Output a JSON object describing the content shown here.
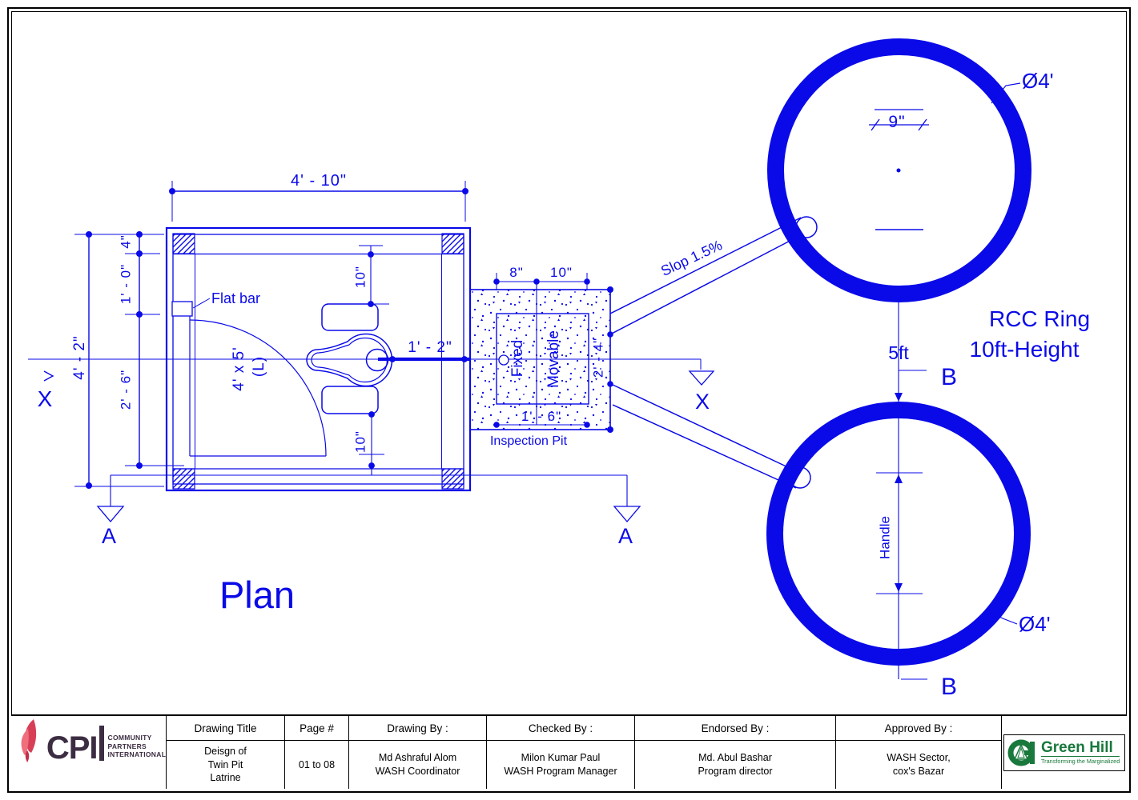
{
  "colors": {
    "drawing_blue": "#0a0ae8",
    "line_black": "#000000",
    "cpi_red": "#d83f57",
    "cpi_red_light": "#ef6f7d",
    "cpi_dark": "#3c2d42",
    "green_hill_green": "#19783c"
  },
  "plan": {
    "title": "Plan",
    "flat_bar_label": "Flat bar",
    "room_label_size": "4' x 5'",
    "room_label_l": "(L)",
    "dim_top_width": "4' - 10\"",
    "dim_left_total": "4' - 2\"",
    "dim_wall_4in": "4\"",
    "dim_1ft0": "1' - 0\"",
    "dim_2ft6": "2' - 6\"",
    "dim_footrest_top": "10\"",
    "dim_footrest_bottom": "10\"",
    "dim_pan_to_wall": "1' - 2\""
  },
  "pit": {
    "label": "Inspection Pit",
    "fixed": "Fixed",
    "movable": "Movable",
    "dim_8": "8\"",
    "dim_10": "10\"",
    "dim_1ft6": "1' - 6\"",
    "dim_2ft4": "2' - 4\""
  },
  "pipes": {
    "slope_label": "Slop 1.5%"
  },
  "rings": {
    "label_line1": "RCC Ring",
    "label_line2": "10ft-Height",
    "dia_top": "Ø4'",
    "dia_bottom": "Ø4'",
    "dim_9": "9\"",
    "gap": "5ft",
    "handle": "Handle"
  },
  "markers": {
    "x_left": "X",
    "x_right": "X",
    "a_left": "A",
    "a_right": "A",
    "b_top": "B",
    "b_bottom": "B"
  },
  "title_block": {
    "cells": [
      {
        "header": "Drawing Title",
        "lines": [
          "Deisgn of",
          "Twin Pit",
          "Latrine"
        ]
      },
      {
        "header": "Page #",
        "lines": [
          "01 to 08"
        ]
      },
      {
        "header": "Drawing By :",
        "lines": [
          "Md Ashraful Alom",
          "WASH Coordinator"
        ]
      },
      {
        "header": "Checked By :",
        "lines": [
          "Milon Kumar Paul",
          "WASH Program Manager"
        ]
      },
      {
        "header": "Endorsed By :",
        "lines": [
          "Md. Abul Bashar",
          "Program director"
        ]
      },
      {
        "header": "Approved By :",
        "lines": [
          "WASH Sector,",
          "cox's Bazar"
        ]
      }
    ]
  },
  "logos": {
    "cpi": {
      "abbr": "CPI",
      "lines": [
        "COMMUNITY",
        "PARTNERS",
        "INTERNATIONAL"
      ]
    },
    "green_hill": {
      "name": "Green Hill",
      "tagline": "Transforming the Marginalized"
    }
  }
}
